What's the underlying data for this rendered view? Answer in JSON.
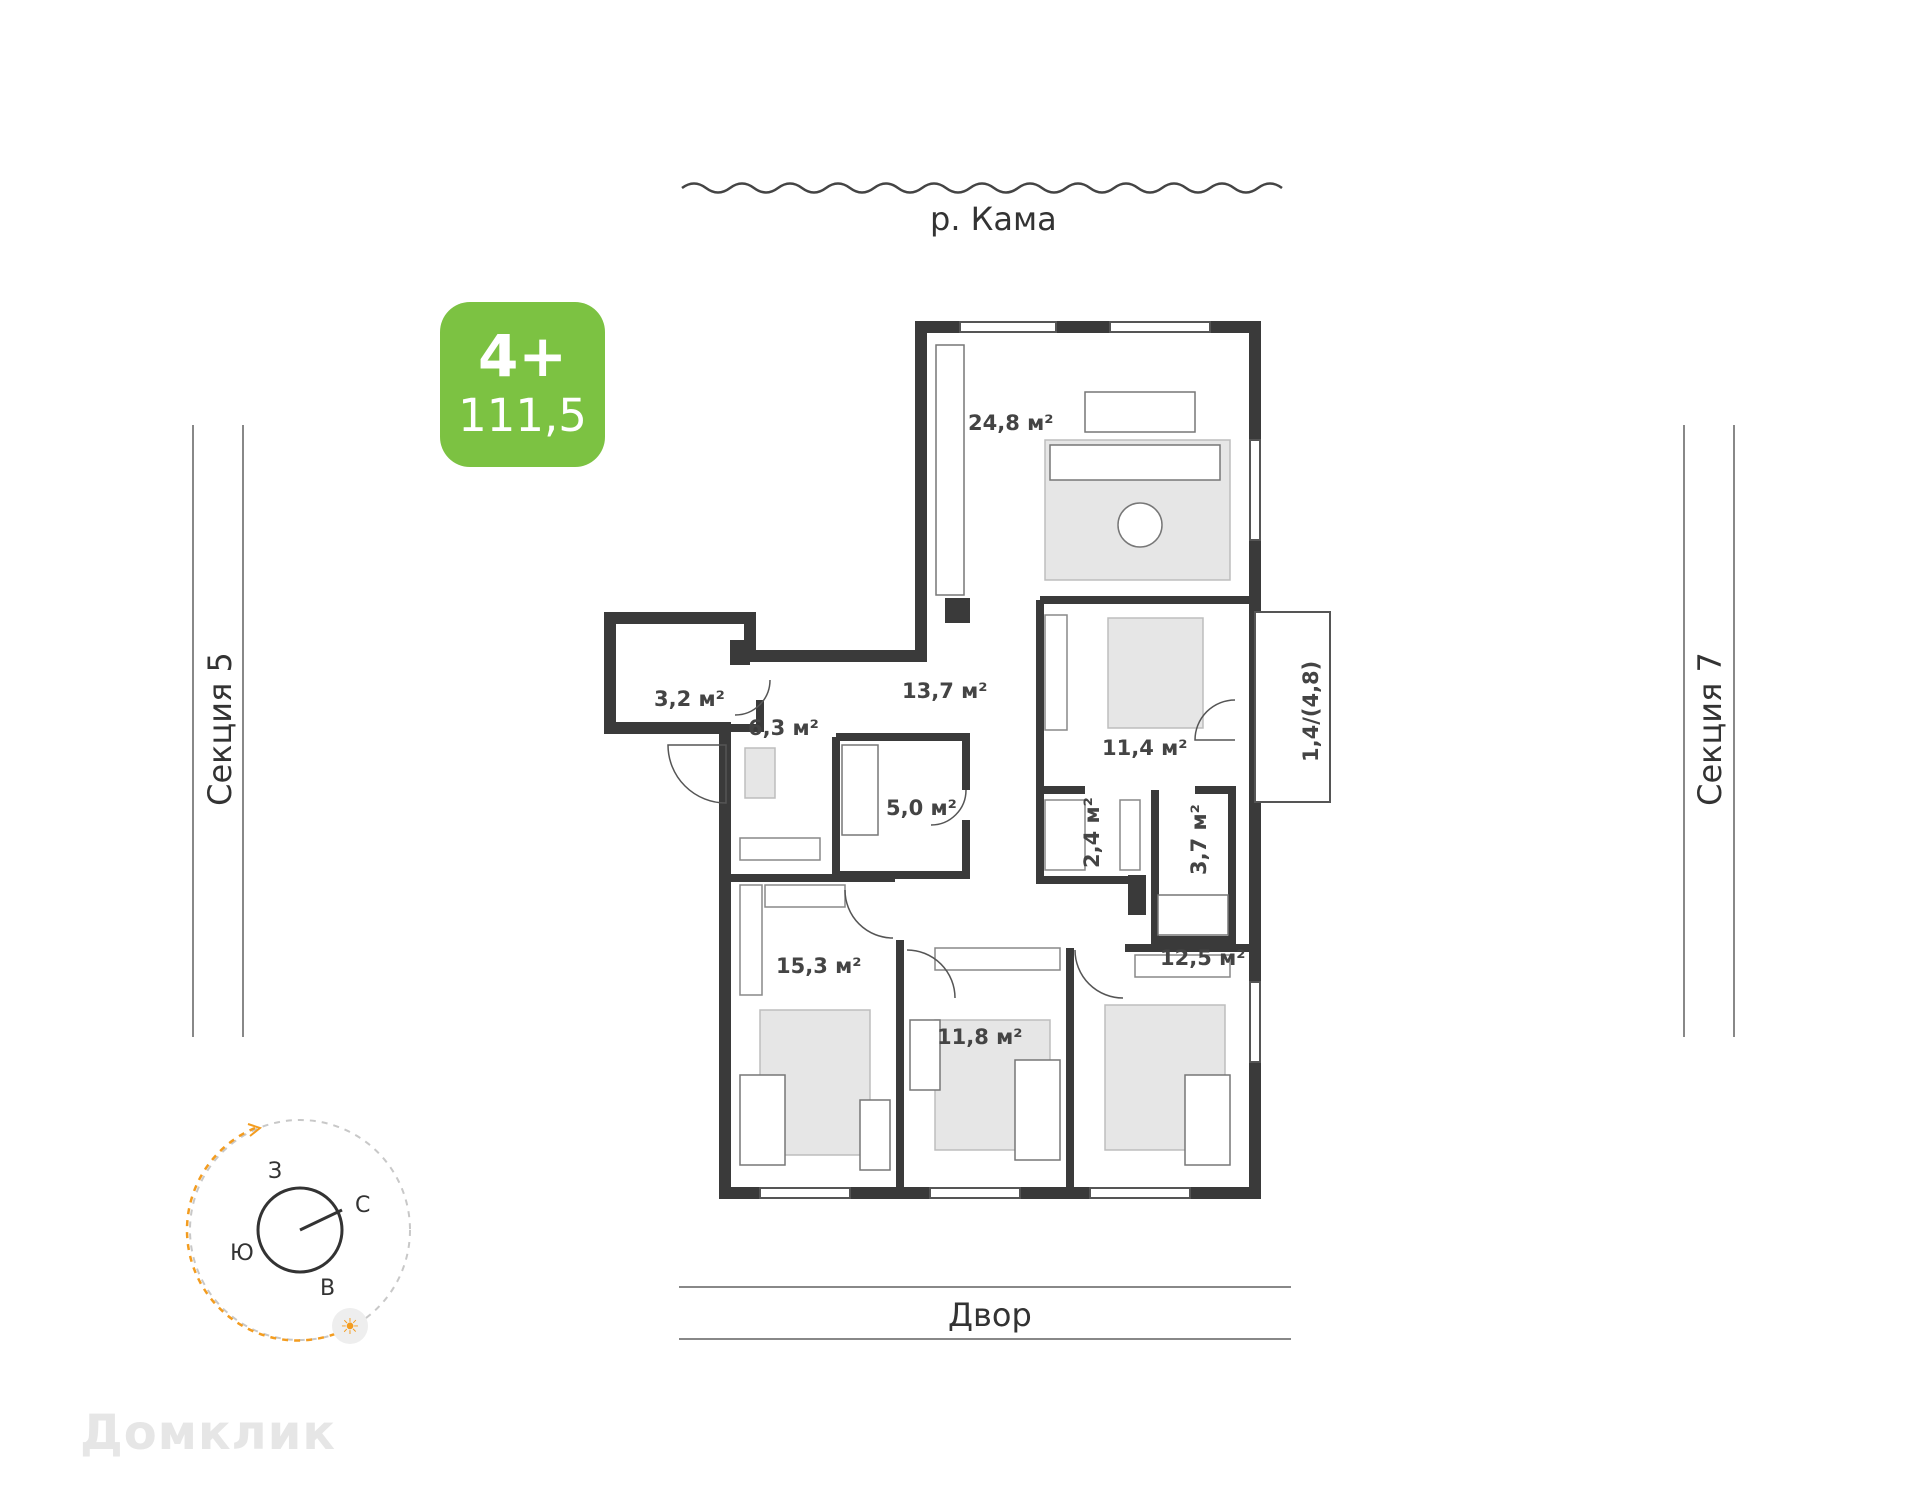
{
  "apartment": {
    "rooms": "4+",
    "area": "111,5",
    "accent_color": "#7cc242"
  },
  "surroundings": {
    "river": "р. Кама",
    "yard": "Двор",
    "left_section": "Секция 5",
    "right_section": "Секция 7"
  },
  "rooms": {
    "kitchen_living": "24,8 м²",
    "hall": "13,7 м²",
    "bathroom_small": "3,2 м²",
    "entry": "6,3 м²",
    "bathroom_main": "5,0 м²",
    "bedroom_master": "11,4 м²",
    "balcony": "1,4/(4,8)",
    "wardrobe": "2,4 м²",
    "bathroom_master": "3,7 м²",
    "bedroom_left": "15,3 м²",
    "bedroom_middle": "11,8 м²",
    "bedroom_right": "12,5 м²"
  },
  "compass": {
    "west": "З",
    "north": "С",
    "south": "Ю",
    "east": "В",
    "sun_icon": "sun-icon",
    "sun_color": "#f39c1f"
  },
  "watermark": "Домклик"
}
